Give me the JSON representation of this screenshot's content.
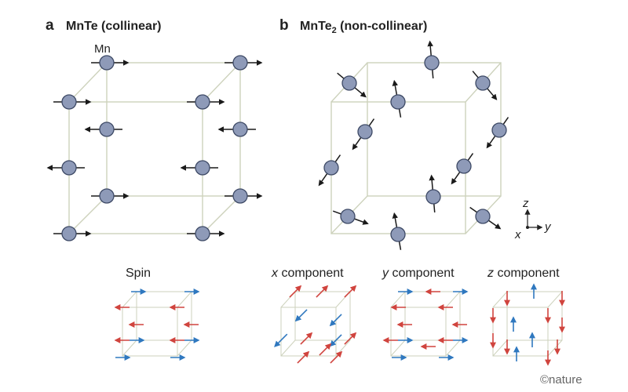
{
  "panel_a": {
    "letter": "a",
    "title": "MnTe (collinear)",
    "atom_label": "Mn"
  },
  "panel_b": {
    "letter": "b",
    "title_prefix": "MnTe",
    "title_subscript": "2",
    "title_suffix": " (non-collinear)"
  },
  "axes": {
    "z": "z",
    "x": "x",
    "y": "y"
  },
  "legend": {
    "spin": "Spin",
    "x_component_var": "x",
    "x_component_word": " component",
    "y_component_var": "y",
    "y_component_word": " component",
    "z_component_var": "z",
    "z_component_word": " component"
  },
  "colors": {
    "cube_edge": "#cdd2bc",
    "atom_fill": "#8e9ab8",
    "atom_stroke": "#3e4a66",
    "spin_arrow": "#1a1a1a",
    "red_arrow": "#d0443e",
    "blue_arrow": "#2f78bf"
  },
  "watermark": "©nature"
}
